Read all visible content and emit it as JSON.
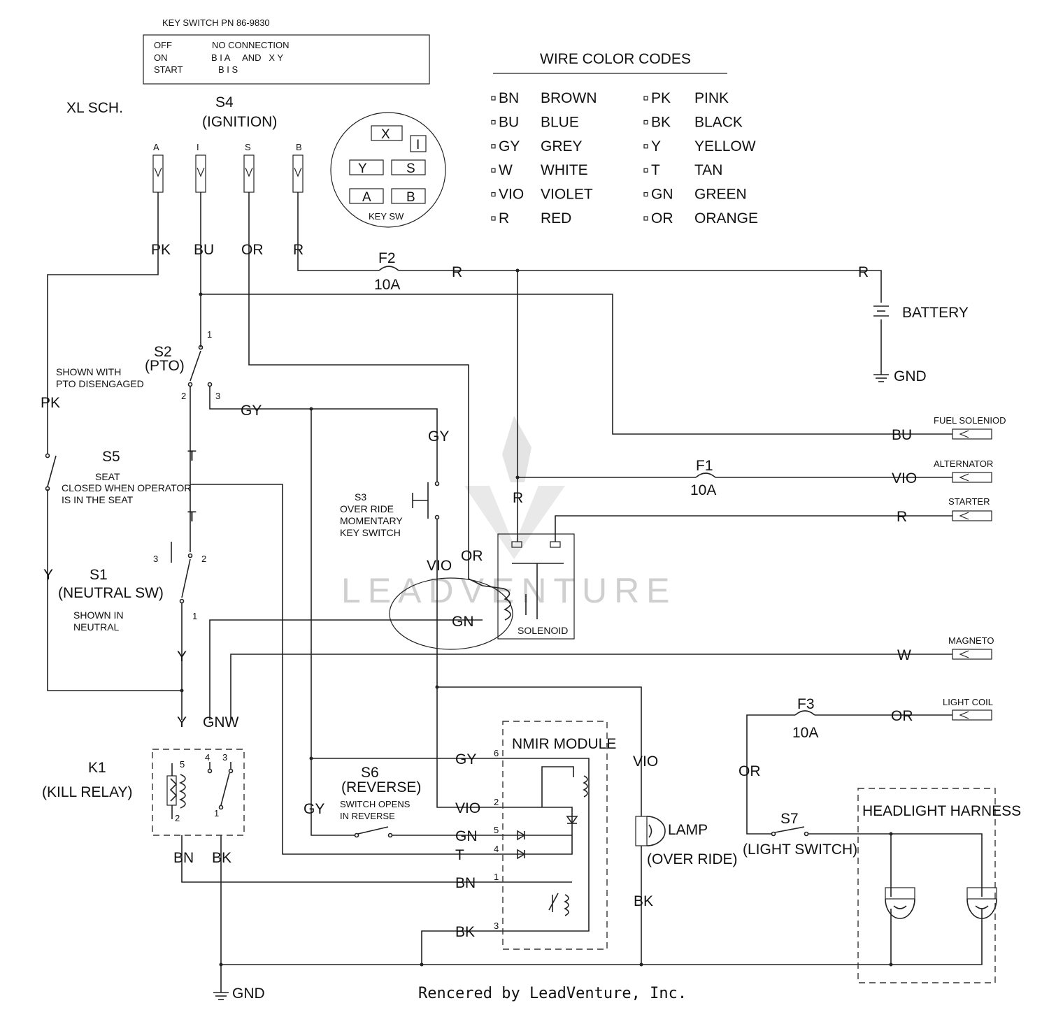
{
  "key_switch_table": {
    "title": "KEY SWITCH PN 86-9830",
    "rows": [
      {
        "state": "OFF",
        "contacts": "NO CONNECTION"
      },
      {
        "state": "ON",
        "contacts": "B I A     AND   X Y"
      },
      {
        "state": "START",
        "contacts": "B I S"
      }
    ]
  },
  "schematic_label": "XL SCH.",
  "wire_color_codes": {
    "title": "WIRE COLOR CODES",
    "left": [
      {
        "code": "BN",
        "color": "BROWN"
      },
      {
        "code": "BU",
        "color": "BLUE"
      },
      {
        "code": "GY",
        "color": "GREY"
      },
      {
        "code": "W",
        "color": "WHITE"
      },
      {
        "code": "VIO",
        "color": "VIOLET"
      },
      {
        "code": "R",
        "color": "RED"
      }
    ],
    "right": [
      {
        "code": "PK",
        "color": "PINK"
      },
      {
        "code": "BK",
        "color": "BLACK"
      },
      {
        "code": "Y",
        "color": "YELLOW"
      },
      {
        "code": "T",
        "color": "TAN"
      },
      {
        "code": "GN",
        "color": "GREEN"
      },
      {
        "code": "OR",
        "color": "ORANGE"
      }
    ]
  },
  "key_sw_diagram": {
    "label": "KEY SW",
    "terminals": [
      "X",
      "I",
      "Y",
      "S",
      "A",
      "B"
    ]
  },
  "ignition": {
    "name": "S4",
    "desc": "(IGNITION)",
    "terminals": [
      "A",
      "I",
      "S",
      "B"
    ],
    "wires": [
      "PK",
      "BU",
      "OR",
      "R"
    ]
  },
  "fuses": {
    "f1": {
      "name": "F1",
      "rating": "10A"
    },
    "f2": {
      "name": "F2",
      "rating": "10A"
    },
    "f3": {
      "name": "F3",
      "rating": "10A"
    }
  },
  "battery": {
    "label": "BATTERY",
    "gnd": "GND"
  },
  "outputs": [
    {
      "name": "FUEL SOLENIOD",
      "wire": "BU"
    },
    {
      "name": "ALTERNATOR",
      "wire": "VIO"
    },
    {
      "name": "STARTER",
      "wire": "R"
    },
    {
      "name": "MAGNETO",
      "wire": "W"
    },
    {
      "name": "LIGHT COIL",
      "wire": "OR"
    }
  ],
  "s2": {
    "name": "S2",
    "desc": "(PTO)",
    "note1": "SHOWN WITH",
    "note2": "PTO DISENGAGED",
    "pins": [
      "1",
      "2",
      "3"
    ]
  },
  "s5": {
    "name": "S5",
    "note1": "SEAT",
    "note2": "CLOSED WHEN OPERATOR",
    "note3": "IS IN THE SEAT"
  },
  "s1": {
    "name": "S1",
    "desc": "(NEUTRAL SW)",
    "note1": "SHOWN IN",
    "note2": "NEUTRAL",
    "pins": [
      "3",
      "2",
      "1"
    ]
  },
  "s3": {
    "name": "S3",
    "note1": "OVER RIDE",
    "note2": "MOMENTARY",
    "note3": "KEY SWITCH"
  },
  "solenoid": {
    "label": "SOLENOID"
  },
  "k1": {
    "name": "K1",
    "desc": "(KILL RELAY)",
    "pins": [
      "5",
      "4",
      "3",
      "2",
      "1"
    ]
  },
  "s6": {
    "name": "S6",
    "desc": "(REVERSE)",
    "note1": "SWITCH OPENS",
    "note2": "IN REVERSE"
  },
  "nmir": {
    "title": "NMIR MODULE",
    "pins": [
      {
        "num": "6",
        "wire": "GY"
      },
      {
        "num": "2",
        "wire": "VIO"
      },
      {
        "num": "5",
        "wire": "GN"
      },
      {
        "num": "4",
        "wire": "T"
      },
      {
        "num": "1",
        "wire": "BN"
      },
      {
        "num": "3",
        "wire": "BK"
      }
    ]
  },
  "lamp": {
    "label": "LAMP",
    "desc": "(OVER RIDE)"
  },
  "s7": {
    "name": "S7",
    "desc": "(LIGHT SWITCH)"
  },
  "headlight": {
    "title": "HEADLIGHT HARNESS"
  },
  "wire_labels": {
    "pk": "PK",
    "gy": "GY",
    "t": "T",
    "y": "Y",
    "r": "R",
    "or": "OR",
    "vio": "VIO",
    "gn": "GN",
    "gnw": "GNW",
    "bn": "BN",
    "bk": "BK",
    "w": "W"
  },
  "ground": "GND",
  "footer": "Rencered by LeadVenture, Inc.",
  "watermark": "LEADVENTURE"
}
